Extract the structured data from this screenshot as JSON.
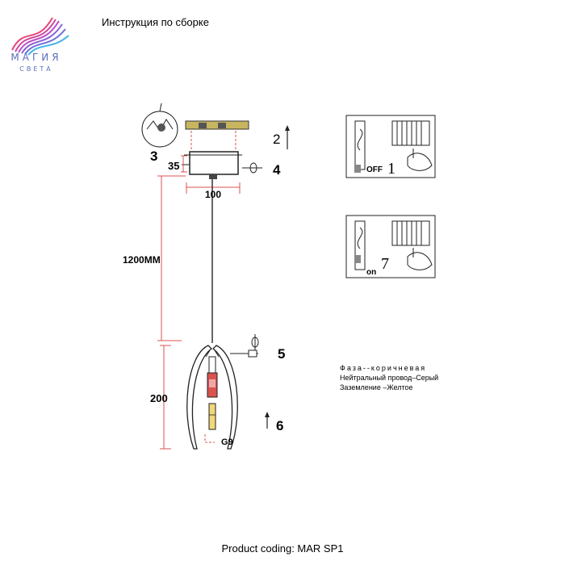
{
  "brand": {
    "name": "МАГИЯ",
    "subtitle": "СВЕТА",
    "colors": [
      "#e8457a",
      "#b94fc8",
      "#6e6fd8",
      "#43b3e8"
    ]
  },
  "document": {
    "title": "Инструкция по сборке",
    "product_coding": "Product coding: MAR SP1"
  },
  "diagram": {
    "dimensions": {
      "height_canopy": "35",
      "width_canopy": "100",
      "cable_length": "1200MM",
      "shade_height": "200",
      "bulb_type": "G9"
    },
    "step_numbers": [
      "1",
      "2",
      "3",
      "4",
      "5",
      "6",
      "7"
    ],
    "switch_panels": [
      {
        "state_label": "OFF",
        "step": "1"
      },
      {
        "state_label": "on",
        "step": "7"
      }
    ],
    "wiring_legend": {
      "phase": "Фаза--коричневая",
      "neutral": "Нейтральный провод–Серый",
      "ground": "Заземление –Желтое"
    },
    "dimension_color": "#d9534f"
  }
}
